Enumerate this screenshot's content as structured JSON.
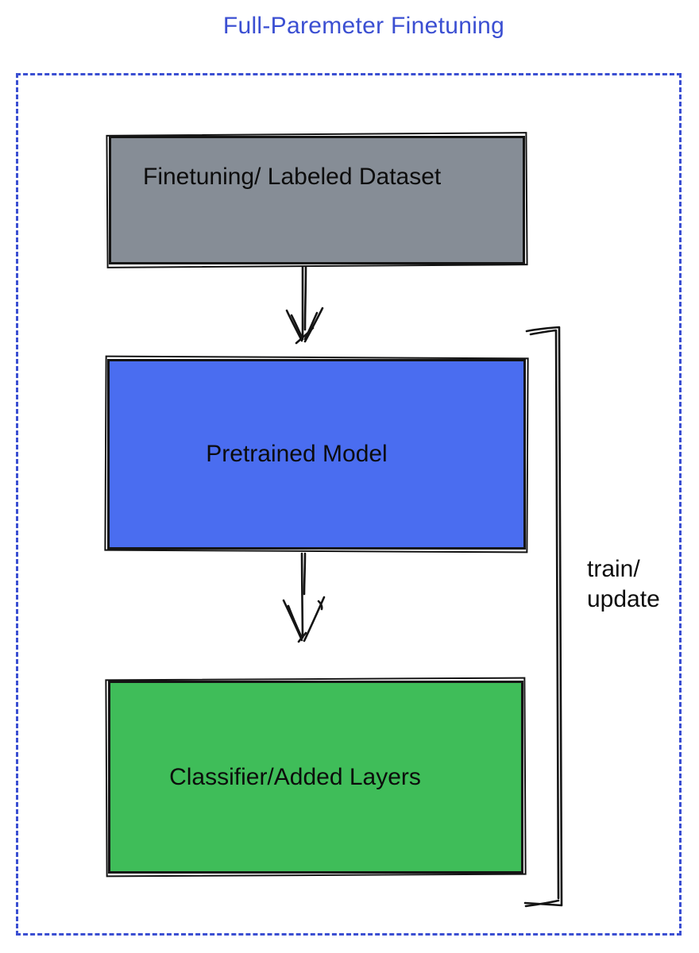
{
  "title": {
    "text": "Full-Paremeter Finetuning",
    "color": "#3B4FD2"
  },
  "frame": {
    "border_color": "#3B4FD2",
    "style": "dotted"
  },
  "boxes": [
    {
      "id": "finetuning-dataset",
      "label": "Finetuning/ Labeled Dataset",
      "fill": "#868D96"
    },
    {
      "id": "pretrained-model",
      "label": "Pretrained Model",
      "fill": "#4A6DF0"
    },
    {
      "id": "classifier-added-layers",
      "label": "Classifier/Added Layers",
      "fill": "#3FBD59"
    }
  ],
  "arrows": [
    {
      "id": "dataset-to-pretrained",
      "direction": "down"
    },
    {
      "id": "pretrained-to-classifier",
      "direction": "down"
    }
  ],
  "side_label": {
    "line1": "train/",
    "line2": "update"
  },
  "stroke_color": "#141414"
}
